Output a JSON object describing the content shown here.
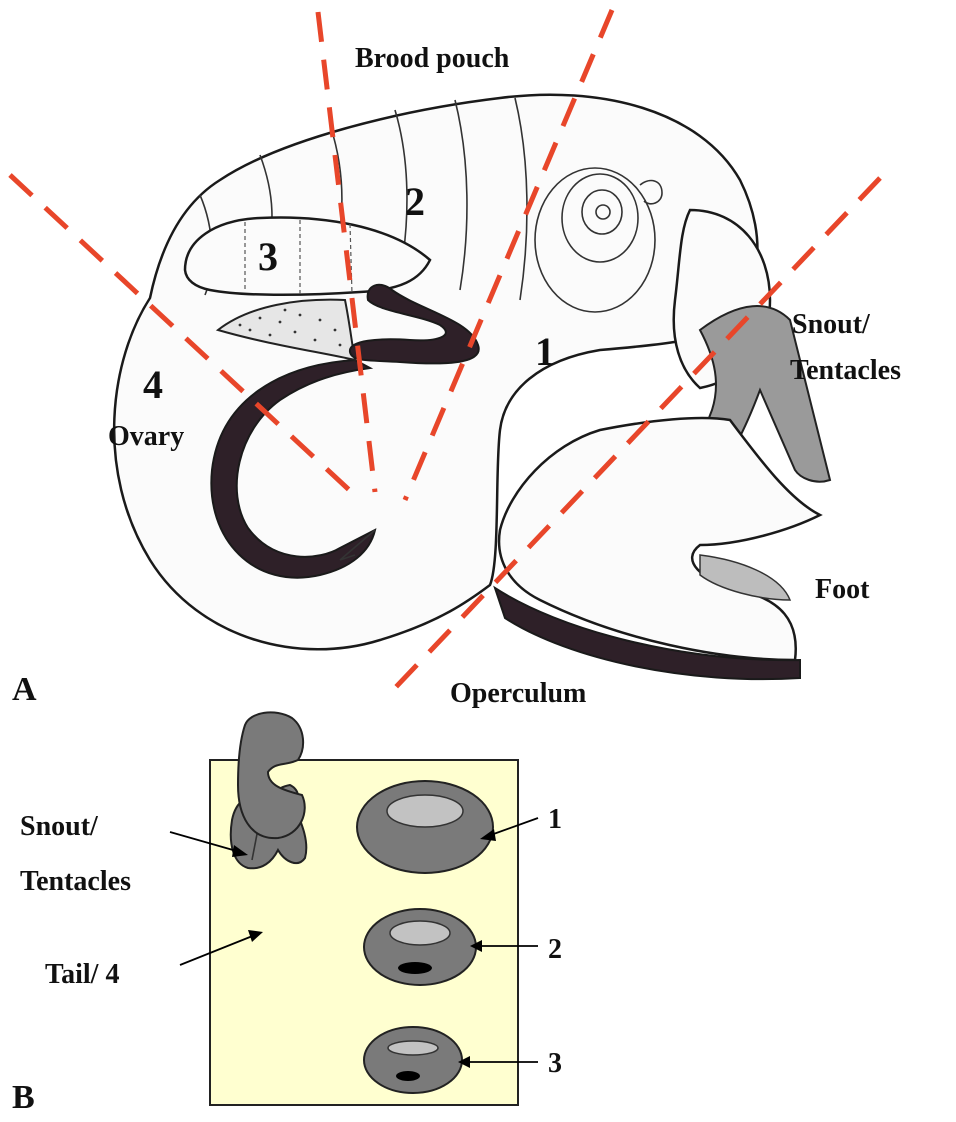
{
  "panel_a": {
    "panel_label": "A",
    "segments": {
      "s1": "1",
      "s2": "2",
      "s3": "3",
      "s4": "4"
    },
    "labels": {
      "brood_pouch": "Brood pouch",
      "snout_line1": "Snout/",
      "snout_line2": "Tentacles",
      "ovary": "Ovary",
      "foot": "Foot",
      "operculum": "Operculum"
    }
  },
  "panel_b": {
    "panel_label": "B",
    "background": "#ffffd0",
    "labels": {
      "snout_line1": "Snout/",
      "snout_line2": "Tentacles",
      "tail": "Tail/ 4",
      "sec1": "1",
      "sec2": "2",
      "sec3": "3"
    }
  },
  "colors": {
    "cut_line": "#e8462a",
    "section_fill": "#7a7a7a",
    "lumen_fill": "#c2c2c2",
    "panel_b_background": "#ffffd0"
  }
}
